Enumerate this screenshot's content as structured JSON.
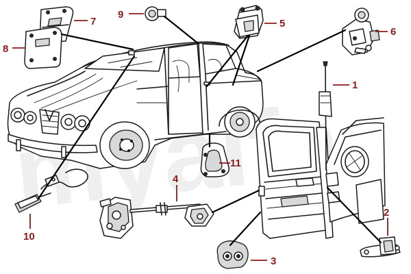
{
  "watermark": "myalfa",
  "callouts": [
    {
      "id": 1,
      "label": "1"
    },
    {
      "id": 2,
      "label": "2"
    },
    {
      "id": 3,
      "label": "3"
    },
    {
      "id": 4,
      "label": "4"
    },
    {
      "id": 5,
      "label": "5"
    },
    {
      "id": 6,
      "label": "6"
    },
    {
      "id": 7,
      "label": "7"
    },
    {
      "id": 8,
      "label": "8"
    },
    {
      "id": 9,
      "label": "9"
    },
    {
      "id": 10,
      "label": "10"
    },
    {
      "id": 11,
      "label": "11"
    }
  ],
  "colors": {
    "callout": "#8b1a1a",
    "line": "#1a1a1a",
    "leader": "#000000"
  }
}
